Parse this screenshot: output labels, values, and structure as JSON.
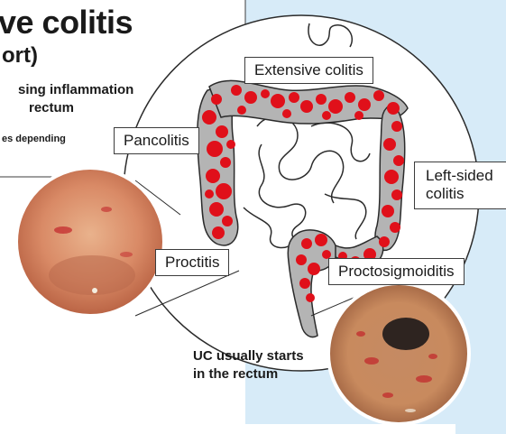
{
  "text": {
    "title_fragment": "ve colitis",
    "subtitle_fragment": "ort)",
    "bullet_line1": "sing inflammation",
    "bullet_line2": "rectum",
    "bullet_small": "es depending",
    "note_line1": "UC usually starts",
    "note_line2": "in the rectum"
  },
  "labels": {
    "extensive": "Extensive colitis",
    "pancolitis": "Pancolitis",
    "left_sided_line1": "Left-sided",
    "left_sided_line2": "colitis",
    "proctitis": "Proctitis",
    "proctosigmoiditis": "Proctosigmoiditis"
  },
  "colors": {
    "panel_blue": "#d7ebf8",
    "colon_gray": "#b4b4b4",
    "inflammation_red": "#e0101a",
    "outline": "#2b2b2b"
  }
}
